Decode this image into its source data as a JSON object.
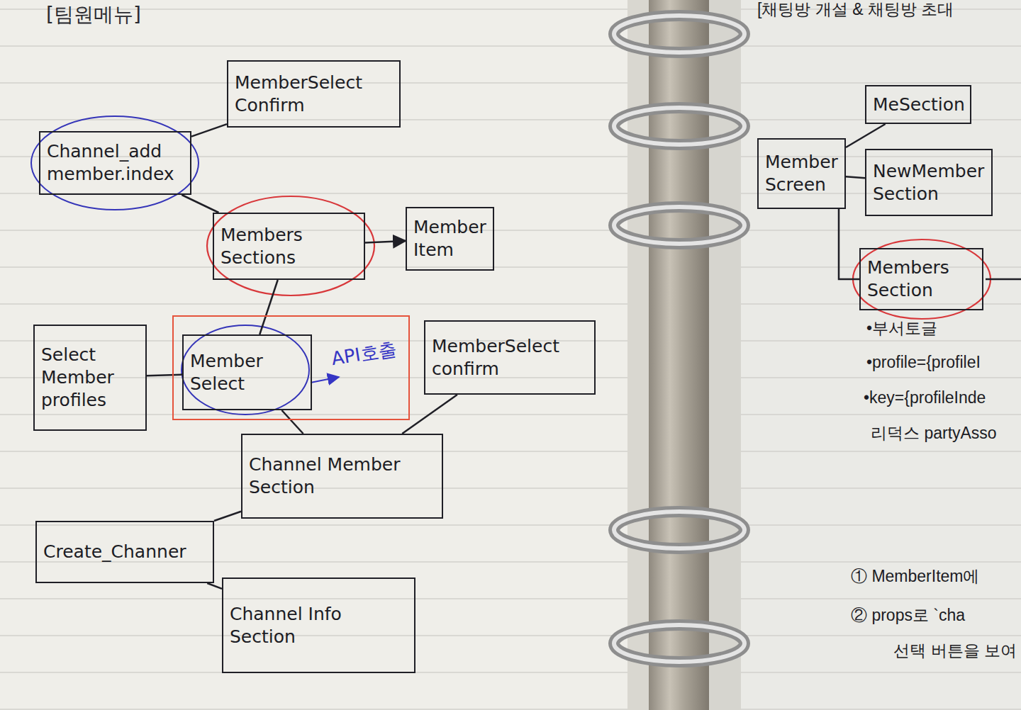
{
  "diagram": {
    "title": "[팀원메뉴]",
    "nodes": [
      {
        "text": [
          "MemberSelect Confirm"
        ]
      },
      {
        "text": [
          "Channel_add member.index"
        ]
      },
      {
        "text": [
          "Members Sections"
        ]
      },
      {
        "text": [
          "Member Item"
        ]
      },
      {
        "text": [
          "Select Member profiles"
        ]
      },
      {
        "text": [
          "API호출"
        ]
      },
      {
        "text": [
          "Member Select"
        ],
        "in": 5
      },
      {
        "text": [
          "MemberSelect confirm"
        ]
      },
      {
        "text": [
          "Channel Member Section"
        ]
      },
      {
        "text": [
          "Create_Channer"
        ]
      },
      {
        "text": [
          "Channel Info Section"
        ]
      },
      {
        "text": [
          "MeSection"
        ]
      },
      {
        "text": [
          "Member Screen"
        ]
      },
      {
        "text": [
          "NewMember Section"
        ]
      },
      {
        "text": [
          "Members Section"
        ]
      }
    ],
    "edges": [
      {
        "from": 1,
        "to": 0,
        "arrow": "none"
      },
      {
        "from": 1,
        "to": 2,
        "arrow": "none"
      },
      {
        "from": 2,
        "to": 3,
        "arrow": "to"
      },
      {
        "from": 2,
        "to": 6,
        "arrow": "none"
      },
      {
        "from": 4,
        "to": 6,
        "arrow": "none"
      },
      {
        "from": 6,
        "to": 8,
        "arrow": "none"
      },
      {
        "from": 7,
        "to": 8,
        "arrow": "none"
      },
      {
        "from": 8,
        "to": 9,
        "arrow": "none"
      },
      {
        "from": 9,
        "to": 10,
        "arrow": "none"
      },
      {
        "from": 12,
        "to": 11,
        "arrow": "none"
      },
      {
        "from": 12,
        "to": 13,
        "arrow": "none"
      },
      {
        "from": 12,
        "to": 14,
        "arrow": "none"
      }
    ],
    "labels": [
      "[채팅방 개설 & 채팅방 초대",
      "•부서토글",
      "•profile={profileI",
      "•key={profileInde",
      "리덕스 partyAsso",
      "① MemberItem에",
      "② props로 `cha",
      "선택 버튼을 보여"
    ]
  }
}
